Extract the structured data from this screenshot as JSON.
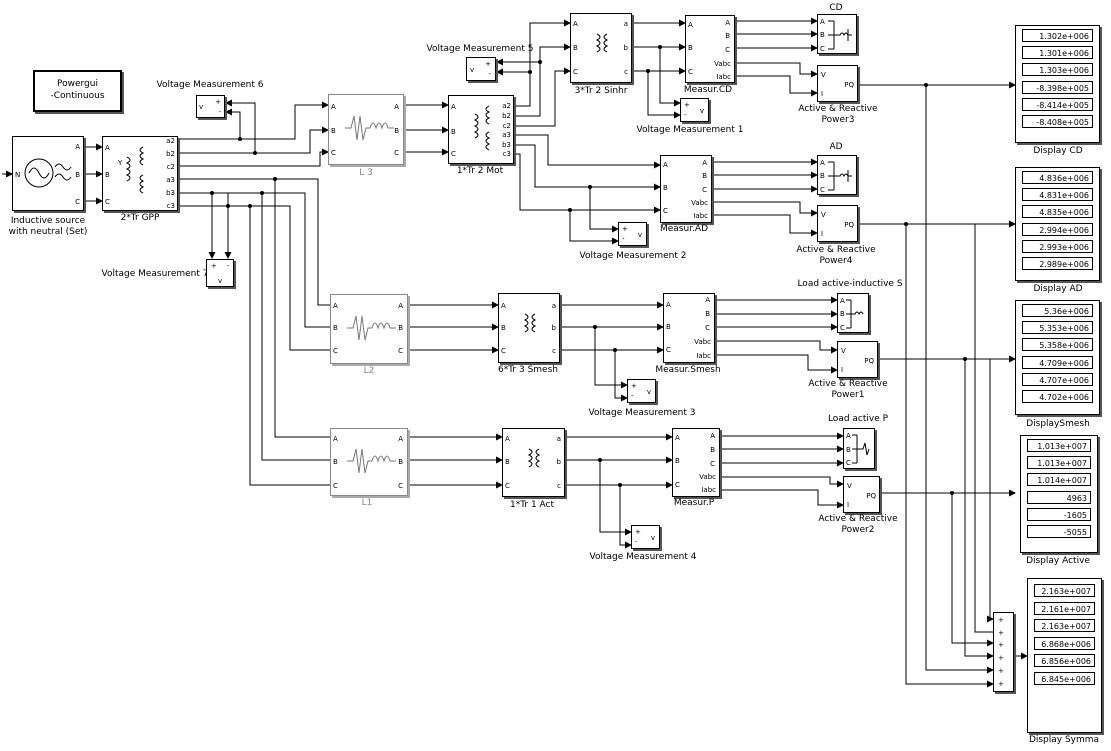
{
  "powergui": {
    "line1": "Powergui",
    "line2": "-Continuous"
  },
  "source": {
    "line1": "Inductive source",
    "line2": "with neutral (Set)"
  },
  "transformers": {
    "gpp": "2*Tr GPP",
    "mot": "1*Tr 2 Mot",
    "sinhr": "3*Tr 2 Sinhr",
    "smesh": "6*Tr 3 Smesh",
    "act": "1*Tr 1 Act"
  },
  "lines": {
    "l3": "L 3",
    "l2": "L2",
    "l1": "L1"
  },
  "measurements": {
    "cd": "Measur.CD",
    "ad": "Measur.AD",
    "smesh": "Measur.Smesh",
    "p": "Measur.P"
  },
  "voltage_meas": {
    "vm1": "Voltage Measurement 1",
    "vm2": "Voltage Measurement 2",
    "vm3": "Voltage Measurement 3",
    "vm4": "Voltage Measurement 4",
    "vm5": "Voltage Measurement 5",
    "vm6": "Voltage Measurement 6",
    "vm7": "Voltage Measurement 7"
  },
  "loads": {
    "cd": "CD",
    "ad": "AD",
    "s": "Load active-inductive  S",
    "p": "Load active P"
  },
  "power_blocks": {
    "p3": {
      "line1": "Active & Reactive",
      "line2": "Power3"
    },
    "p4": {
      "line1": "Active & Reactive",
      "line2": "Power4"
    },
    "p1": {
      "line1": "Active & Reactive",
      "line2": "Power1"
    },
    "p2": {
      "line1": "Active & Reactive",
      "line2": "Power2"
    }
  },
  "displays": {
    "cd": {
      "label": "Display CD",
      "values": [
        "1.302e+006",
        "1.301e+006",
        "1.303e+006",
        "-8.398e+005",
        "-8.414e+005",
        "-8.408e+005"
      ]
    },
    "ad": {
      "label": "Display AD",
      "values": [
        "4.836e+006",
        "4.831e+006",
        "4.835e+006",
        "2.994e+006",
        "2.993e+006",
        "2.989e+006"
      ]
    },
    "smesh": {
      "label": "DisplaySmesh",
      "values": [
        "5.36e+006",
        "5.353e+006",
        "5.358e+006",
        "4.709e+006",
        "4.707e+006",
        "4.702e+006"
      ]
    },
    "active": {
      "label": "Display Active",
      "values": [
        "1.013e+007",
        "1.013e+007",
        "1.014e+007",
        "4963",
        "-1605",
        "-5055"
      ]
    },
    "symma": {
      "label": "Display Symma",
      "values": [
        "2.163e+007",
        "2.161e+007",
        "2.163e+007",
        "6.868e+006",
        "6.856e+006",
        "6.845e+006"
      ]
    }
  },
  "ports": {
    "A": "A",
    "B": "B",
    "C": "C",
    "a": "a",
    "b": "b",
    "c": "c",
    "a2": "a2",
    "b2": "b2",
    "c2": "c2",
    "a3": "a3",
    "b3": "b3",
    "c3": "c3",
    "Vabc": "Vabc",
    "Iabc": "Iabc",
    "V": "V",
    "I": "I",
    "PQ": "PQ",
    "v": "v",
    "plus": "+",
    "minus": "-",
    "N": "N",
    "Y": "Y"
  }
}
